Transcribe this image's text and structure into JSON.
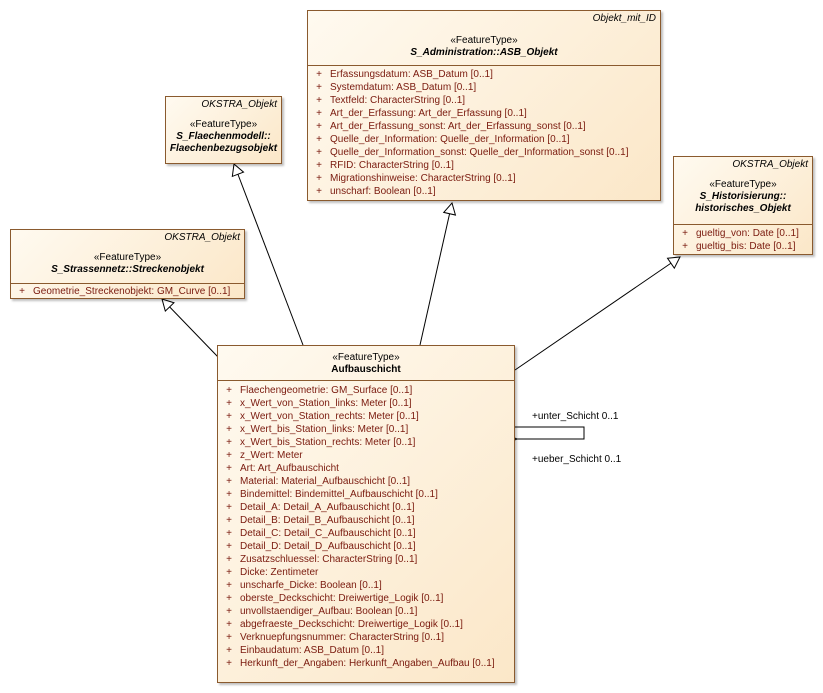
{
  "classes": {
    "asb_objekt": {
      "package": "Objekt_mit_ID",
      "stereotype": "«FeatureType»",
      "name": "S_Administration::ASB_Objekt",
      "attributes": [
        {
          "vis": "+",
          "text": "Erfassungsdatum: ASB_Datum [0..1]"
        },
        {
          "vis": "+",
          "text": "Systemdatum: ASB_Datum [0..1]"
        },
        {
          "vis": "+",
          "text": "Textfeld: CharacterString [0..1]"
        },
        {
          "vis": "+",
          "text": "Art_der_Erfassung: Art_der_Erfassung [0..1]"
        },
        {
          "vis": "+",
          "text": "Art_der_Erfassung_sonst: Art_der_Erfassung_sonst [0..1]"
        },
        {
          "vis": "+",
          "text": "Quelle_der_Information: Quelle_der_Information [0..1]"
        },
        {
          "vis": "+",
          "text": "Quelle_der_Information_sonst: Quelle_der_Information_sonst [0..1]"
        },
        {
          "vis": "+",
          "text": "RFID: CharacterString [0..1]"
        },
        {
          "vis": "+",
          "text": "Migrationshinweise: CharacterString [0..1]"
        },
        {
          "vis": "+",
          "text": "unscharf: Boolean [0..1]"
        }
      ]
    },
    "flaechenbezugsobjekt": {
      "package": "OKSTRA_Objekt",
      "stereotype": "«FeatureType»",
      "name_line1": "S_Flaechenmodell::",
      "name_line2": "Flaechenbezugsobjekt"
    },
    "historisches_objekt": {
      "package": "OKSTRA_Objekt",
      "stereotype": "«FeatureType»",
      "name_line1": "S_Historisierung::",
      "name_line2": "historisches_Objekt",
      "attributes": [
        {
          "vis": "+",
          "text": "gueltig_von: Date [0..1]"
        },
        {
          "vis": "+",
          "text": "gueltig_bis: Date [0..1]"
        }
      ]
    },
    "streckenobjekt": {
      "package": "OKSTRA_Objekt",
      "stereotype": "«FeatureType»",
      "name": "S_Strassennetz::Streckenobjekt",
      "attributes": [
        {
          "vis": "+",
          "text": "Geometrie_Streckenobjekt: GM_Curve [0..1]"
        }
      ]
    },
    "aufbauschicht": {
      "stereotype": "«FeatureType»",
      "name": "Aufbauschicht",
      "attributes": [
        {
          "vis": "+",
          "text": "Flaechengeometrie: GM_Surface [0..1]"
        },
        {
          "vis": "+",
          "text": "x_Wert_von_Station_links: Meter [0..1]"
        },
        {
          "vis": "+",
          "text": "x_Wert_von_Station_rechts: Meter [0..1]"
        },
        {
          "vis": "+",
          "text": "x_Wert_bis_Station_links: Meter [0..1]"
        },
        {
          "vis": "+",
          "text": "x_Wert_bis_Station_rechts: Meter [0..1]"
        },
        {
          "vis": "+",
          "text": "z_Wert: Meter"
        },
        {
          "vis": "+",
          "text": "Art: Art_Aufbauschicht"
        },
        {
          "vis": "+",
          "text": "Material: Material_Aufbauschicht [0..1]"
        },
        {
          "vis": "+",
          "text": "Bindemittel: Bindemittel_Aufbauschicht [0..1]"
        },
        {
          "vis": "+",
          "text": "Detail_A: Detail_A_Aufbauschicht [0..1]"
        },
        {
          "vis": "+",
          "text": "Detail_B: Detail_B_Aufbauschicht [0..1]"
        },
        {
          "vis": "+",
          "text": "Detail_C: Detail_C_Aufbauschicht [0..1]"
        },
        {
          "vis": "+",
          "text": "Detail_D: Detail_D_Aufbauschicht [0..1]"
        },
        {
          "vis": "+",
          "text": "Zusatzschluessel: CharacterString [0..1]"
        },
        {
          "vis": "+",
          "text": "Dicke: Zentimeter"
        },
        {
          "vis": "+",
          "text": "unscharfe_Dicke: Boolean [0..1]"
        },
        {
          "vis": "+",
          "text": "oberste_Deckschicht: Dreiwertige_Logik [0..1]"
        },
        {
          "vis": "+",
          "text": "unvollstaendiger_Aufbau: Boolean [0..1]"
        },
        {
          "vis": "+",
          "text": "abgefraeste_Deckschicht: Dreiwertige_Logik [0..1]"
        },
        {
          "vis": "+",
          "text": "Verknuepfungsnummer: CharacterString [0..1]"
        },
        {
          "vis": "+",
          "text": "Einbaudatum: ASB_Datum [0..1]"
        },
        {
          "vis": "+",
          "text": "Herkunft_der_Angaben: Herkunft_Angaben_Aufbau [0..1]"
        }
      ]
    }
  },
  "self_association": {
    "role_top": "+unter_Schicht 0..1",
    "role_bottom": "+ueber_Schicht 0..1"
  },
  "colors": {
    "attribute_text": "#7a1a0e",
    "border": "#8a5a2e",
    "fill_light": "#fffaf0",
    "fill_dark": "#fbe7c8"
  }
}
